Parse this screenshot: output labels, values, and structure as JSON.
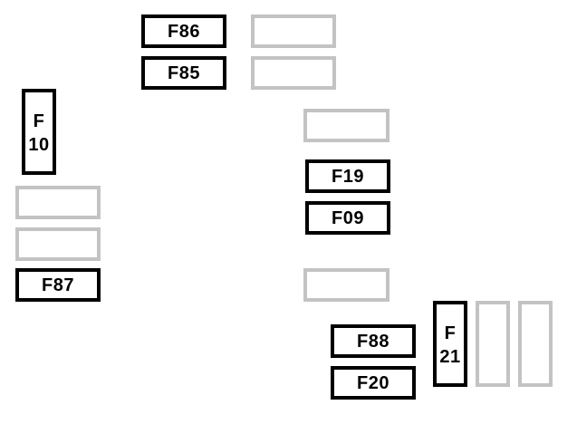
{
  "diagram": {
    "colors": {
      "fuse_border": "#000000",
      "empty_slot_border": "#c3c3c3",
      "background": "#ffffff"
    },
    "fuses": {
      "f86": "F86",
      "f85": "F85",
      "f10_line1": "F",
      "f10_line2": "10",
      "f19": "F19",
      "f09": "F09",
      "f87": "F87",
      "f88": "F88",
      "f20": "F20",
      "f21_line1": "F",
      "f21_line2": "21"
    }
  }
}
